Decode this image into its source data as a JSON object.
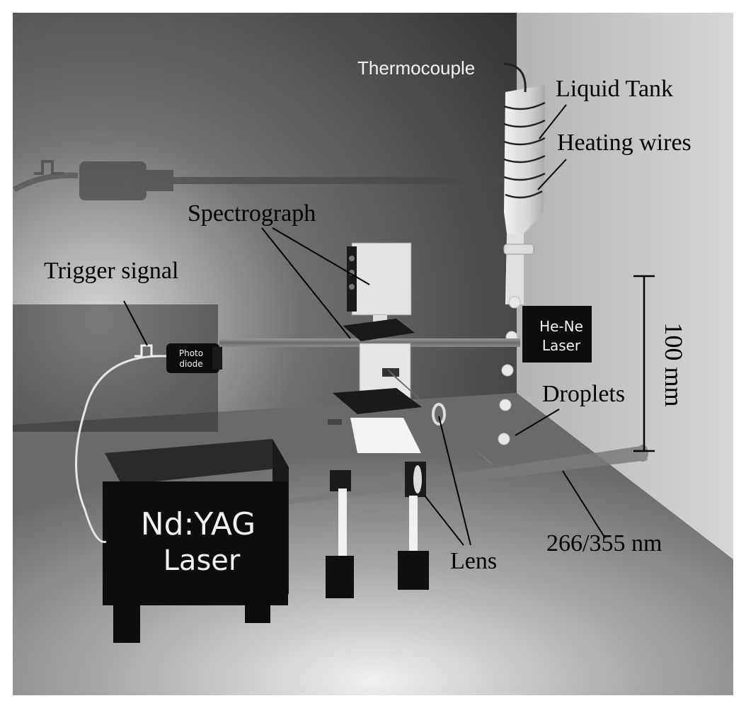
{
  "labels": {
    "thermocouple": "Thermocouple",
    "liquid_tank": "Liquid Tank",
    "heating_wires": "Heating wires",
    "spectrograph": "Spectrograph",
    "trigger_signal": "Trigger signal",
    "photodiode_line1": "Photo",
    "photodiode_line2": "diode",
    "hene_line1": "He-Ne",
    "hene_line2": "Laser",
    "scale_bar": "100 mm",
    "droplets": "Droplets",
    "ndyag_line1": "Nd:YAG",
    "ndyag_line2": "Laser",
    "lens": "Lens",
    "wavelength": "266/355 nm"
  },
  "colors": {
    "wall_dark": "#3a3a3a",
    "floor": "#9a9a9a",
    "right_wall": "#c8c8c8",
    "device_black": "#0d0d0d"
  }
}
